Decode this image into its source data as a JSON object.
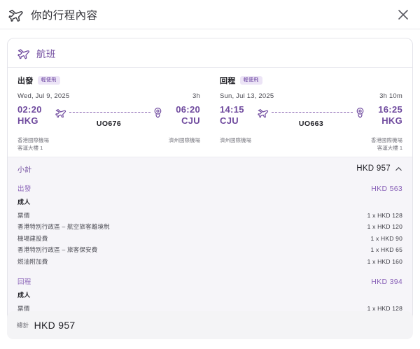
{
  "header": {
    "title": "你的行程內容",
    "plane_icon": "airplane-icon",
    "close_icon": "close-icon"
  },
  "flights_card": {
    "section_title": "航班",
    "section_icon": "airplane-icon",
    "legs": [
      {
        "title": "出發",
        "badge": "輕便飛",
        "date": "Wed, Jul 9, 2025",
        "duration": "3h",
        "depart_time": "02:20",
        "depart_code": "HKG",
        "arrive_time": "06:20",
        "arrive_code": "CJU",
        "flight_number": "UO676",
        "depart_airport": "香港國際機場",
        "depart_terminal": "客運大樓 1",
        "arrive_airport": "濟州國際機場",
        "arrive_terminal": ""
      },
      {
        "title": "回程",
        "badge": "輕便飛",
        "date": "Sun, Jul 13, 2025",
        "duration": "3h 10m",
        "depart_time": "14:15",
        "depart_code": "CJU",
        "arrive_time": "16:25",
        "arrive_code": "HKG",
        "flight_number": "UO663",
        "depart_airport": "濟州國際機場",
        "depart_terminal": "",
        "arrive_airport": "香港國際機場",
        "arrive_terminal": "客運大樓 1"
      }
    ]
  },
  "breakdown": {
    "subtotal_label": "小計",
    "subtotal_value": "HKD 957",
    "toggle_icon": "chevron-up-icon",
    "sections": [
      {
        "label": "出發",
        "amount": "HKD 563",
        "passenger_type": "成人",
        "items": [
          {
            "label": "票價",
            "amount": "1 x HKD 128"
          },
          {
            "label": "香港特別行政區 – 航空旅客離境稅",
            "amount": "1 x HKD 120"
          },
          {
            "label": "機場建設費",
            "amount": "1 x HKD 90"
          },
          {
            "label": "香港特別行政區 – 旅客保安費",
            "amount": "1 x HKD 65"
          },
          {
            "label": "燃油附加費",
            "amount": "1 x HKD 160"
          }
        ]
      },
      {
        "label": "回程",
        "amount": "HKD 394",
        "passenger_type": "成人",
        "items": [
          {
            "label": "票價",
            "amount": "1 x HKD 128"
          }
        ]
      }
    ]
  },
  "total": {
    "label": "總計",
    "value": "HKD 957"
  },
  "colors": {
    "purple": "#6f4a9e",
    "purple_light": "#8a63b8",
    "badge_bg": "#ece4f6",
    "panel_bg": "#f6f5f9",
    "total_bg": "#f4f4f6"
  }
}
